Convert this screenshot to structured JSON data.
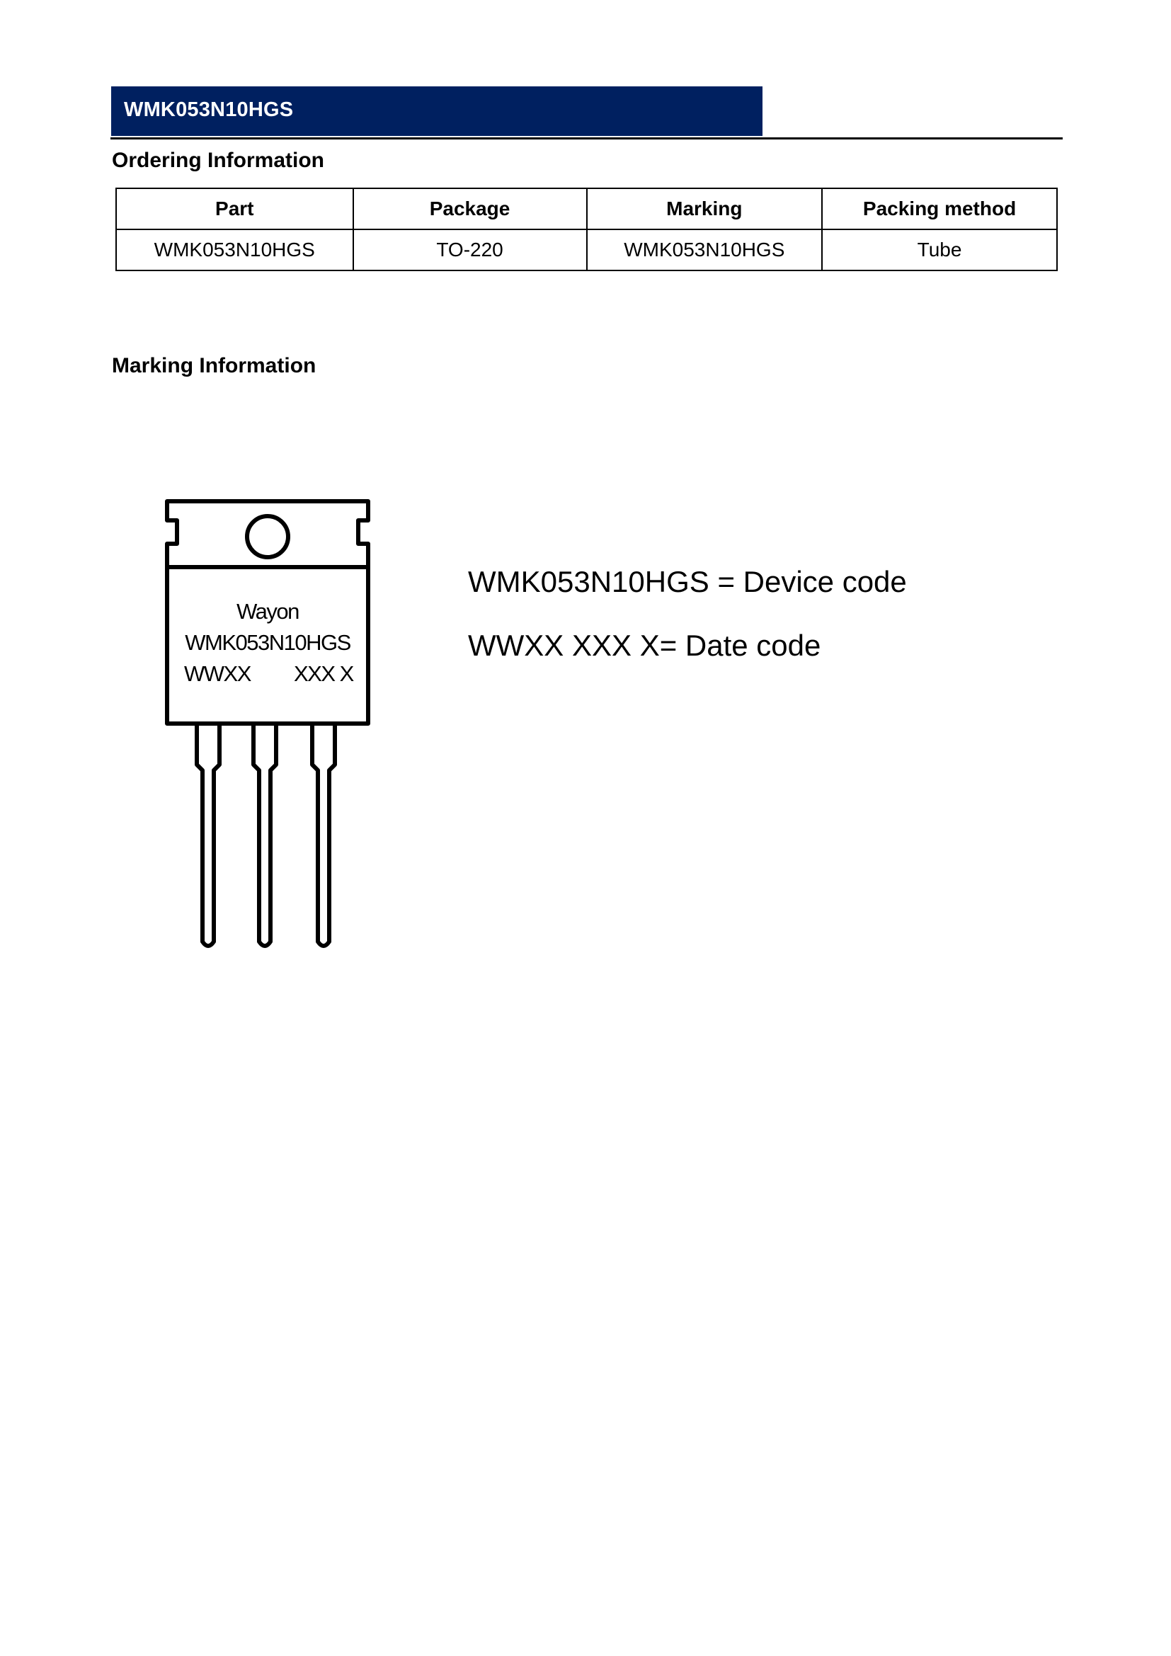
{
  "header": {
    "title": "WMK053N10HGS",
    "banner_color": "#002060"
  },
  "ordering": {
    "heading": "Ordering Information",
    "columns": [
      "Part",
      "Package",
      "Marking",
      "Packing method"
    ],
    "rows": [
      [
        "WMK053N10HGS",
        "TO-220",
        "WMK053N10HGS",
        "Tube"
      ]
    ]
  },
  "marking": {
    "heading": "Marking Information",
    "package_drawing": {
      "brand": "Wayon",
      "device_code": "WMK053N10HGS",
      "date_code_left": "WWXX",
      "date_code_right": "XXX X"
    },
    "legend": {
      "device": "WMK053N10HGS = Device code",
      "date": "WWXX XXX X= Date code"
    }
  }
}
